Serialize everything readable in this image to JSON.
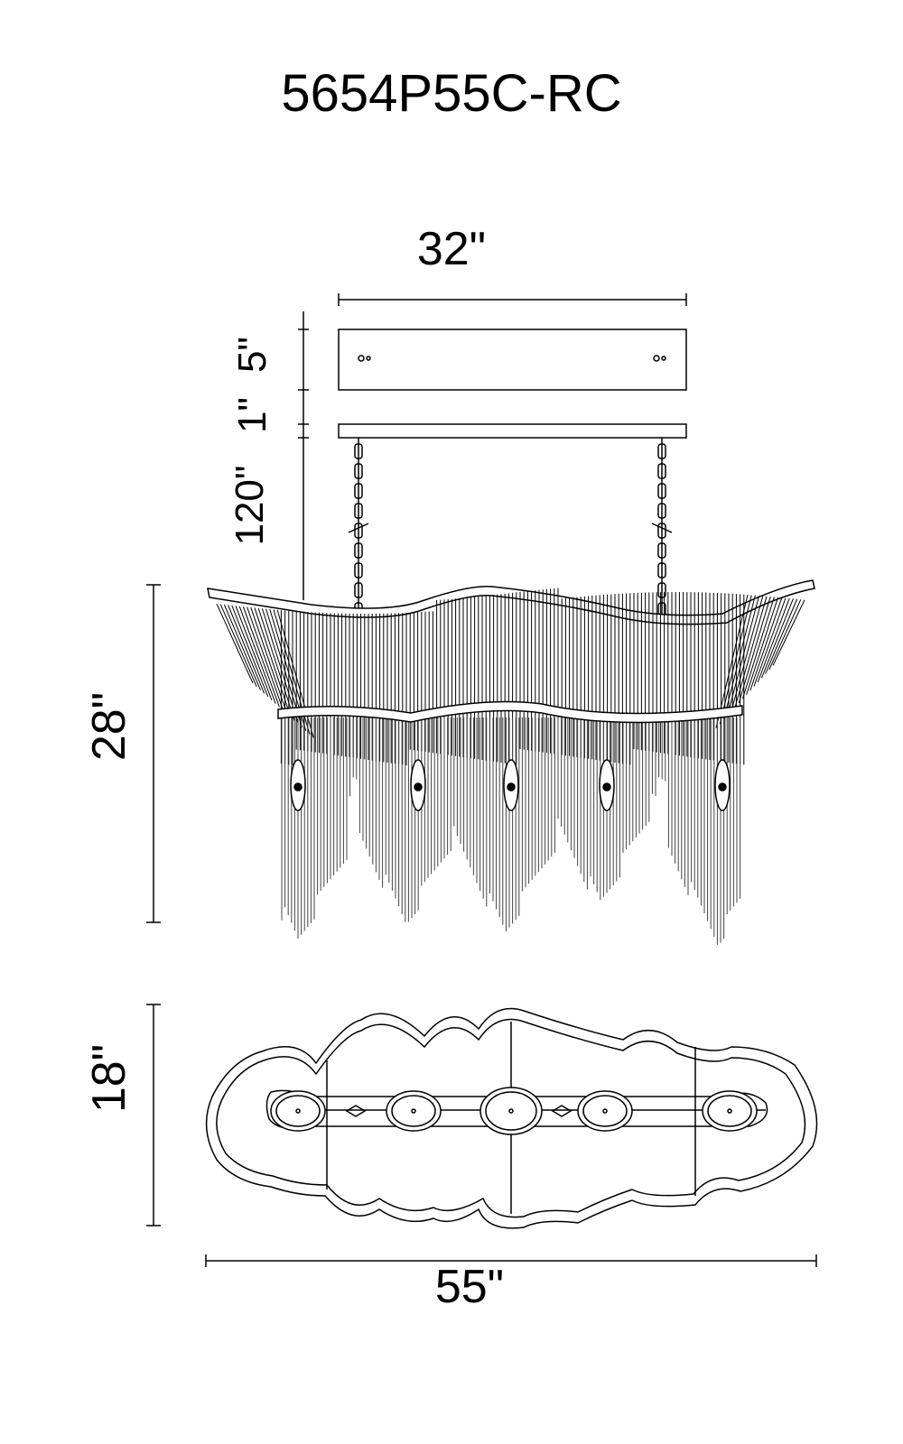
{
  "title": "5654P55C-RC",
  "dimensions": {
    "canopy_width": "32\"",
    "canopy_height": "5\"",
    "gap": "1\"",
    "chain_length": "120\"",
    "fixture_height": "28\"",
    "fixture_depth": "18\"",
    "fixture_width": "55\""
  }
}
